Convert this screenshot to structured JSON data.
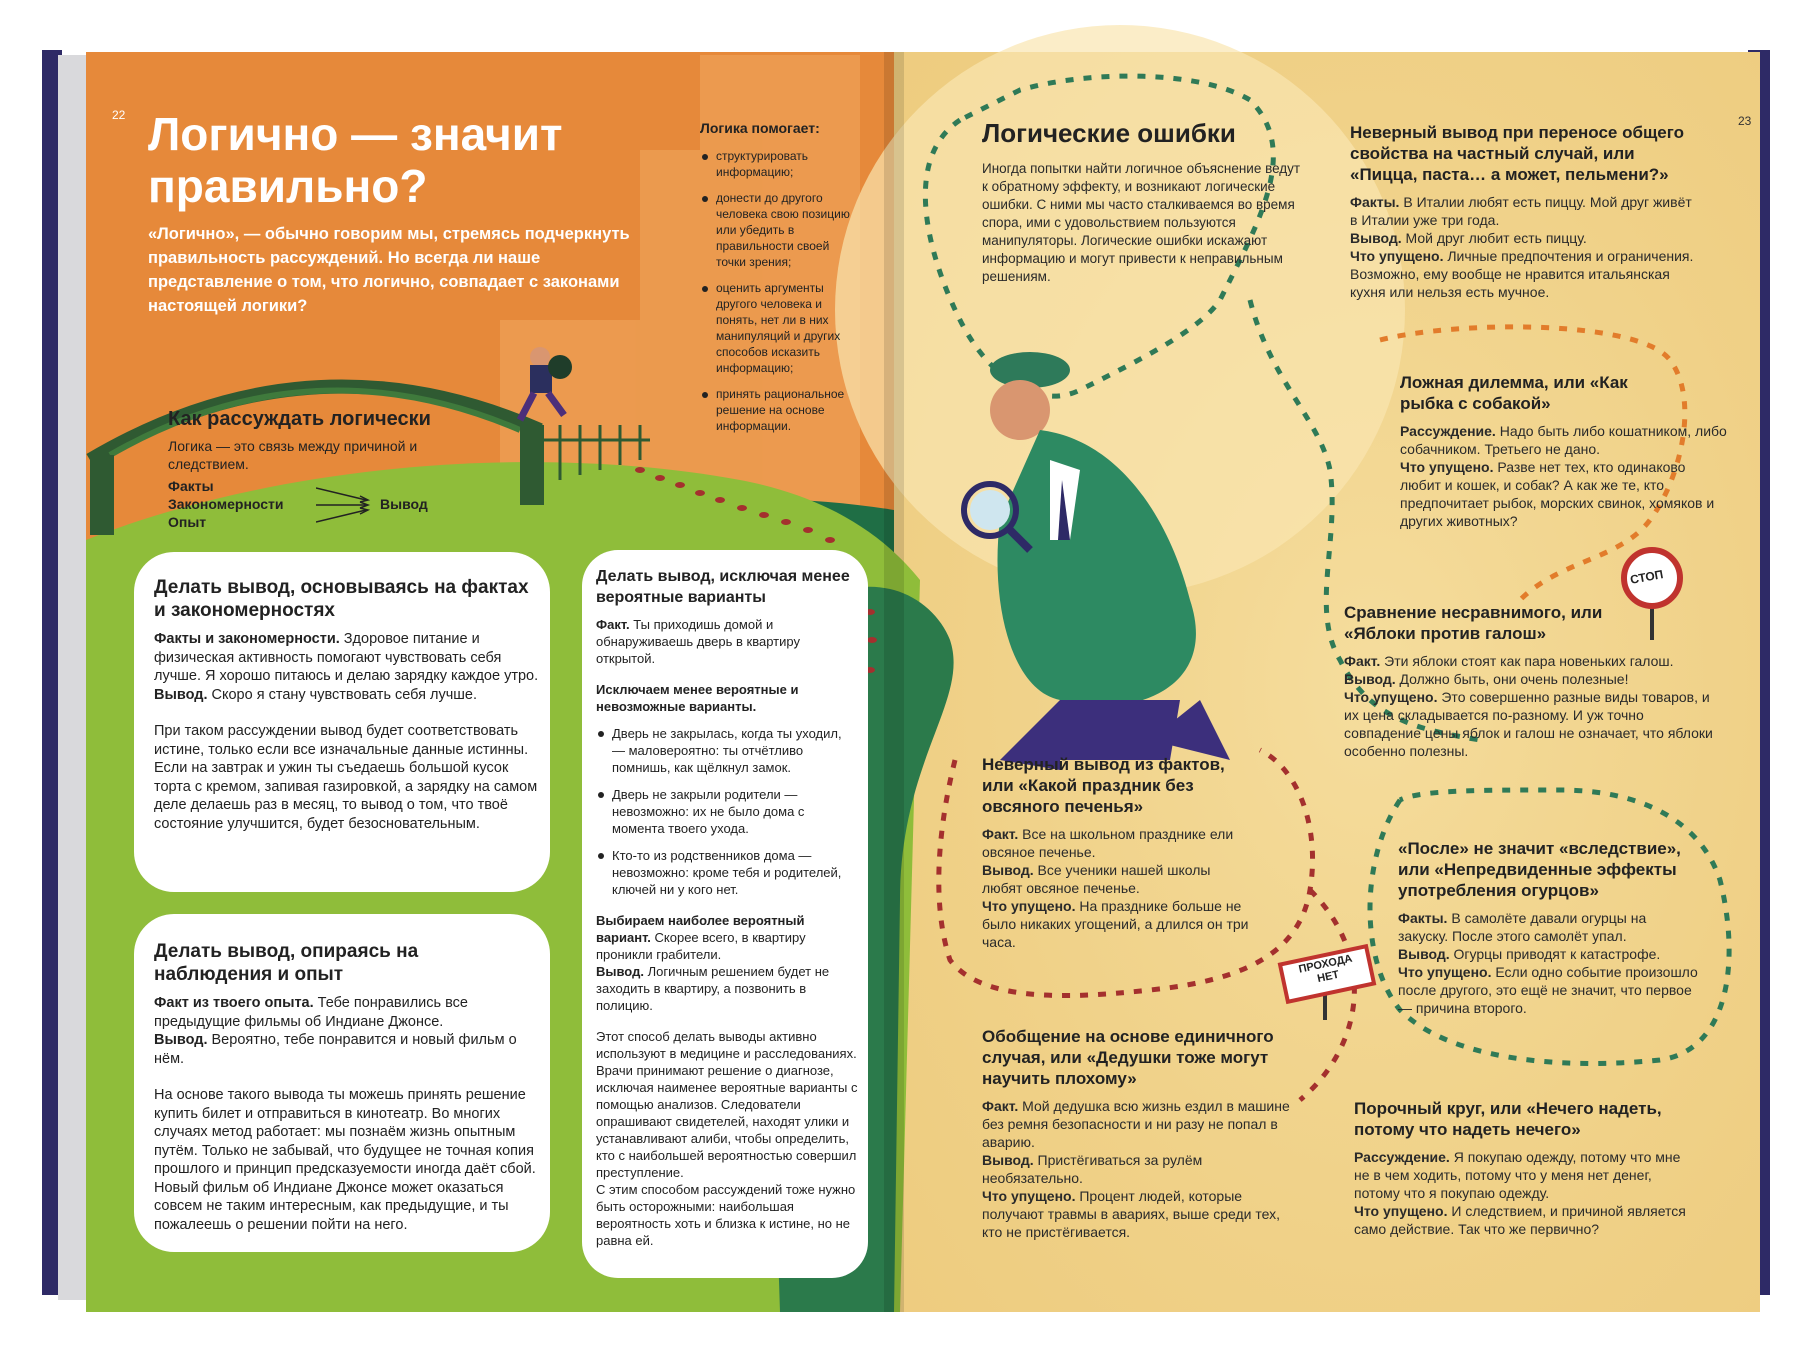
{
  "left_page": {
    "page_number": "22",
    "title_line1": "Логично — значит",
    "title_line2": "правильно?",
    "intro": "«Логично», — обычно говорим мы, стремясь подчеркнуть правильность рассуждений. Но всегда ли наше представление о том, что логично, совпадает с законами настоящей логики?",
    "logic_helps": {
      "heading": "Логика помогает:",
      "items": [
        "структурировать информацию;",
        "донести до другого человека свою позицию или убедить в правильности своей точки зрения;",
        "оценить аргументы другого человека и понять, нет ли в них манипуляций и других способов исказить информацию;",
        "принять рациональное решение на основе информации."
      ]
    },
    "how_to_reason": {
      "heading": "Как рассуждать логически",
      "definition": "Логика — это связь между причиной и следствием.",
      "inputs": [
        "Факты",
        "Закономерности",
        "Опыт"
      ],
      "output": "Вывод"
    },
    "card1": {
      "title": "Делать вывод, основываясь на фактах и закономерностях",
      "p1_label": "Факты и закономерности.",
      "p1_text": " Здоровое питание и физическая активность помогают чувствовать себя лучше. Я хорошо питаюсь и делаю зарядку каждое утро.",
      "p2_label": "Вывод.",
      "p2_text": " Скоро я стану чувствовать себя лучше.",
      "p3": "При таком рассуждении вывод будет соответствовать истине, только если все изначальные данные истинны. Если на завтрак и ужин ты съедаешь большой кусок торта с кремом, запивая газировкой, а зарядку на самом деле делаешь раз в месяц, то вывод о том, что твоё состояние улучшится, будет безосновательным."
    },
    "card2": {
      "title": "Делать вывод, опираясь на наблюдения и опыт",
      "p1_label": "Факт из твоего опыта.",
      "p1_text": " Тебе понравились все предыдущие фильмы об Индиане Джонсе.",
      "p2_label": "Вывод.",
      "p2_text": " Вероятно, тебе понравится и новый фильм о нём.",
      "p3": "На основе такого вывода ты можешь принять решение купить билет и отправиться в кинотеатр. Во многих случаях метод работает: мы познаём жизнь опытным путём. Только не забывай, что будущее не точная копия прошлого и принцип предсказуемости иногда даёт сбой. Новый фильм об Индиане Джонсе может оказаться совсем не таким интересным, как предыдущие, и ты пожалеешь о решении пойти на него."
    },
    "card3": {
      "title": "Делать вывод, исключая менее вероятные варианты",
      "fact_label": "Факт.",
      "fact_text": " Ты приходишь домой и обнаруживаешь дверь в квартиру открытой.",
      "exclude_heading": "Исключаем менее вероятные и невозможные варианты.",
      "bullets": [
        "Дверь не закрылась, когда ты уходил, — маловероятно: ты отчётливо помнишь, как щёлкнул замок.",
        "Дверь не закрыли родители — невозможно: их не было дома с момента твоего ухода.",
        "Кто-то из родственников дома — невозможно: кроме тебя и родителей, ключей ни у кого нет."
      ],
      "choose_label": "Выбираем наиболее вероятный вариант.",
      "choose_text": " Скорее всего, в квартиру проникли грабители.",
      "conclusion_label": "Вывод.",
      "conclusion_text": " Логичным решением будет не заходить в квартиру, а позвонить в полицию.",
      "p_method": "Этот способ делать выводы активно используют в медицине и расследованиях. Врачи принимают решение о диагнозе, исключая наименее вероятные варианты с помощью анализов. Следователи опрашивают свидетелей, находят улики и устанавливают алиби, чтобы определить, кто с наибольшей вероятностью совершил преступление.",
      "p_caution": "С этим способом рассуждений тоже нужно быть осторожными: наибольшая вероятность хоть и близка к истине, но не равна ей."
    }
  },
  "right_page": {
    "page_number": "23",
    "title": "Логические ошибки",
    "intro": "Иногда попытки найти логичное объяснение ведут к обратному эффекту, и возникают логические ошибки. С ними мы часто сталкиваемся во время спора, ими с удовольствием пользуются манипуляторы. Логические ошибки искажают информацию и могут привести к неправильным решениям.",
    "fallacies": [
      {
        "title": "Неверный вывод при переносе общего свойства на частный случай, или «Пицца, паста… а может, пельмени?»",
        "lines": [
          {
            "label": "Факты.",
            "text": " В Италии любят есть пиццу. Мой друг живёт в Италии уже три года."
          },
          {
            "label": "Вывод.",
            "text": " Мой друг любит есть пиццу."
          },
          {
            "label": "Что упущено.",
            "text": " Личные предпочтения и ограничения. Возможно, ему вообще не нравится итальянская кухня или нельзя есть мучное."
          }
        ]
      },
      {
        "title": "Ложная дилемма, или «Как рыбка с собакой»",
        "lines": [
          {
            "label": "Рассуждение.",
            "text": " Надо быть либо кошатником, либо собачником. Третьего не дано."
          },
          {
            "label": "Что упущено.",
            "text": " Разве нет тех, кто одинаково любит и кошек, и собак? А как же те, кто предпочитает рыбок, морских свинок, хомяков и других животных?"
          }
        ]
      },
      {
        "title": "Сравнение несравнимого, или «Яблоки против галош»",
        "lines": [
          {
            "label": "Факт.",
            "text": " Эти яблоки стоят как пара новеньких галош."
          },
          {
            "label": "Вывод.",
            "text": " Должно быть, они очень полезные!"
          },
          {
            "label": "Что упущено.",
            "text": " Это совершенно разные виды товаров, и их цена складывается по-разному. И уж точно совпадение цены яблок и галош не означает, что яблоки особенно полезны."
          }
        ]
      },
      {
        "title": "Неверный вывод из фактов, или «Какой праздник без овсяного печенья»",
        "lines": [
          {
            "label": "Факт.",
            "text": " Все на школьном празднике ели овсяное печенье."
          },
          {
            "label": "Вывод.",
            "text": " Все ученики нашей школы любят овсяное печенье."
          },
          {
            "label": "Что упущено.",
            "text": " На празднике больше не было никаких угощений, а длился он три часа."
          }
        ]
      },
      {
        "title": "«После» не значит «вследствие», или «Непредвиденные эффекты употребления огурцов»",
        "lines": [
          {
            "label": "Факты.",
            "text": " В самолёте давали огурцы на закуску. После этого самолёт упал."
          },
          {
            "label": "Вывод.",
            "text": " Огурцы приводят к катастрофе."
          },
          {
            "label": "Что упущено.",
            "text": " Если одно событие произошло после другого, это ещё не значит, что первое — причина второго."
          }
        ]
      },
      {
        "title": "Обобщение на основе единичного случая, или «Дедушки тоже могут научить плохому»",
        "lines": [
          {
            "label": "Факт.",
            "text": " Мой дедушка всю жизнь ездил в машине без ремня безопасности и ни разу не попал в аварию."
          },
          {
            "label": "Вывод.",
            "text": " Пристёгиваться за рулём необязательно."
          },
          {
            "label": "Что упущено.",
            "text": " Процент людей, которые получают травмы в авариях, выше среди тех, кто не пристёгивается."
          }
        ]
      },
      {
        "title": "Порочный круг, или «Нечего надеть, потому что надеть нечего»",
        "lines": [
          {
            "label": "Рассуждение.",
            "text": " Я покупаю одежду, потому что мне не в чем ходить, потому что у меня нет денег, потому что я покупаю одежду."
          },
          {
            "label": "Что упущено.",
            "text": " И следствием, и причиной является само действие. Так что же первично?"
          }
        ]
      }
    ],
    "sign_stop": "СТОП",
    "sign_no_passage": "ПРОХОДА НЕТ"
  }
}
